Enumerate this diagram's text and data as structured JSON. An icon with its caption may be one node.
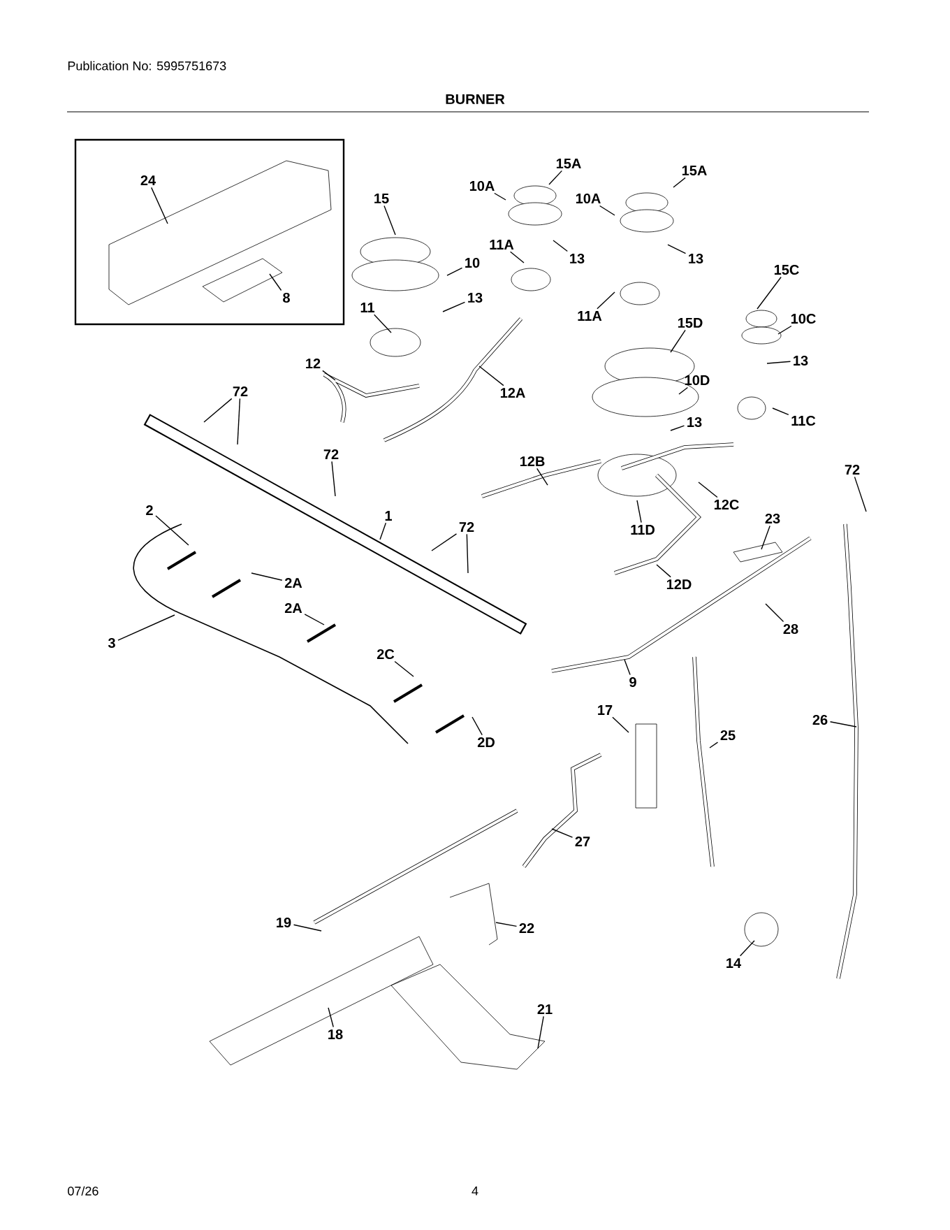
{
  "diagram": {
    "title": "BURNER",
    "nodes": [
      {
        "text": [],
        "shape": "box"
      },
      {
        "text": [
          "24"
        ],
        "in": 0
      },
      {
        "text": [
          "8"
        ],
        "in": 0
      },
      {
        "text": [
          "15"
        ]
      },
      {
        "text": [
          "10"
        ]
      },
      {
        "text": [
          "11"
        ]
      },
      {
        "text": [
          "13"
        ]
      },
      {
        "text": [
          "10A"
        ]
      },
      {
        "text": [
          "15A"
        ]
      },
      {
        "text": [
          "11A"
        ]
      },
      {
        "text": [
          "13"
        ]
      },
      {
        "text": [
          "10A"
        ]
      },
      {
        "text": [
          "15A"
        ]
      },
      {
        "text": [
          "13"
        ]
      },
      {
        "text": [
          "11A"
        ]
      },
      {
        "text": [
          "15C"
        ]
      },
      {
        "text": [
          "10C"
        ]
      },
      {
        "text": [
          "13"
        ]
      },
      {
        "text": [
          "15D"
        ]
      },
      {
        "text": [
          "10D"
        ]
      },
      {
        "text": [
          "13"
        ]
      },
      {
        "text": [
          "11C"
        ]
      },
      {
        "text": [
          "12"
        ]
      },
      {
        "text": [
          "12A"
        ]
      },
      {
        "text": [
          "12B"
        ]
      },
      {
        "text": [
          "12C"
        ]
      },
      {
        "text": [
          "11D"
        ]
      },
      {
        "text": [
          "12D"
        ]
      },
      {
        "text": [
          "72"
        ]
      },
      {
        "text": [
          "72"
        ]
      },
      {
        "text": [
          "1"
        ]
      },
      {
        "text": [
          "72"
        ]
      },
      {
        "text": [
          "72"
        ]
      },
      {
        "text": [
          "23"
        ]
      },
      {
        "text": [
          "2"
        ]
      },
      {
        "text": [
          "2A"
        ]
      },
      {
        "text": [
          "2A"
        ]
      },
      {
        "text": [
          "3"
        ]
      },
      {
        "text": [
          "2C"
        ]
      },
      {
        "text": [
          "2D"
        ]
      },
      {
        "text": [
          "9"
        ]
      },
      {
        "text": [
          "28"
        ]
      },
      {
        "text": [
          "17"
        ]
      },
      {
        "text": [
          "25"
        ]
      },
      {
        "text": [
          "26"
        ]
      },
      {
        "text": [
          "27"
        ]
      },
      {
        "text": [
          "19"
        ]
      },
      {
        "text": [
          "22"
        ]
      },
      {
        "text": [
          "14"
        ]
      },
      {
        "text": [
          "21"
        ]
      },
      {
        "text": [
          "18"
        ]
      }
    ],
    "edges": [
      {
        "from": 1,
        "to": null,
        "arrow": "none"
      },
      {
        "from": 2,
        "to": null,
        "arrow": "none"
      },
      {
        "from": 3,
        "to": null,
        "arrow": "none"
      },
      {
        "from": 4,
        "to": null,
        "arrow": "none"
      },
      {
        "from": 5,
        "to": null,
        "arrow": "none"
      },
      {
        "from": 6,
        "to": null,
        "arrow": "none"
      },
      {
        "from": 7,
        "to": null,
        "arrow": "none"
      },
      {
        "from": 8,
        "to": null,
        "arrow": "none"
      },
      {
        "from": 9,
        "to": null,
        "arrow": "none"
      },
      {
        "from": 10,
        "to": null,
        "arrow": "none"
      },
      {
        "from": 11,
        "to": null,
        "arrow": "none"
      },
      {
        "from": 12,
        "to": null,
        "arrow": "none"
      },
      {
        "from": 13,
        "to": null,
        "arrow": "none"
      },
      {
        "from": 14,
        "to": null,
        "arrow": "none"
      },
      {
        "from": 15,
        "to": null,
        "arrow": "none"
      },
      {
        "from": 16,
        "to": null,
        "arrow": "none"
      },
      {
        "from": 17,
        "to": null,
        "arrow": "none"
      },
      {
        "from": 18,
        "to": null,
        "arrow": "none"
      },
      {
        "from": 19,
        "to": null,
        "arrow": "none"
      },
      {
        "from": 20,
        "to": null,
        "arrow": "none"
      },
      {
        "from": 21,
        "to": null,
        "arrow": "none"
      },
      {
        "from": 22,
        "to": null,
        "arrow": "none"
      },
      {
        "from": 23,
        "to": null,
        "arrow": "none"
      },
      {
        "from": 24,
        "to": null,
        "arrow": "none"
      },
      {
        "from": 25,
        "to": null,
        "arrow": "none"
      },
      {
        "from": 26,
        "to": null,
        "arrow": "none"
      },
      {
        "from": 27,
        "to": null,
        "arrow": "none"
      },
      {
        "from": 28,
        "to": null,
        "arrow": "none"
      },
      {
        "from": 28,
        "to": null,
        "arrow": "none"
      },
      {
        "from": 29,
        "to": null,
        "arrow": "none"
      },
      {
        "from": 30,
        "to": null,
        "arrow": "none"
      },
      {
        "from": 31,
        "to": null,
        "arrow": "none"
      },
      {
        "from": 31,
        "to": null,
        "arrow": "none"
      },
      {
        "from": 32,
        "to": null,
        "arrow": "none"
      },
      {
        "from": 33,
        "to": null,
        "arrow": "none"
      },
      {
        "from": 34,
        "to": null,
        "arrow": "none"
      },
      {
        "from": 35,
        "to": null,
        "arrow": "none"
      },
      {
        "from": 36,
        "to": null,
        "arrow": "none"
      },
      {
        "from": 37,
        "to": null,
        "arrow": "none"
      },
      {
        "from": 38,
        "to": null,
        "arrow": "none"
      },
      {
        "from": 39,
        "to": null,
        "arrow": "none"
      },
      {
        "from": 40,
        "to": null,
        "arrow": "none"
      },
      {
        "from": 41,
        "to": null,
        "arrow": "none"
      },
      {
        "from": 42,
        "to": null,
        "arrow": "none"
      },
      {
        "from": 43,
        "to": null,
        "arrow": "none"
      },
      {
        "from": 44,
        "to": null,
        "arrow": "none"
      },
      {
        "from": 45,
        "to": null,
        "arrow": "none"
      },
      {
        "from": 46,
        "to": null,
        "arrow": "none"
      },
      {
        "from": 47,
        "to": null,
        "arrow": "none"
      },
      {
        "from": 48,
        "to": null,
        "arrow": "none"
      },
      {
        "from": 49,
        "to": null,
        "arrow": "none"
      },
      {
        "from": 50,
        "to": null,
        "arrow": "none"
      }
    ],
    "labels": [
      "Publication No: 5995751673",
      "07/26",
      "4"
    ]
  }
}
